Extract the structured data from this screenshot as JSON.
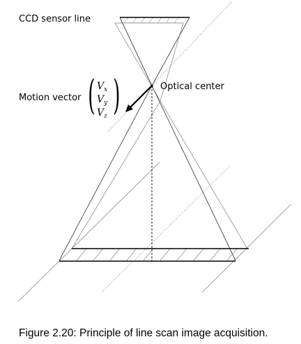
{
  "diagram": {
    "labels": {
      "sensor": "CCD sensor line",
      "optical_center": "Optical center",
      "motion_vector": "Motion vector"
    },
    "vector": {
      "symbol": "V",
      "components": [
        "x",
        "y",
        "z"
      ]
    }
  },
  "caption": "Figure 2.20: Principle of line scan image acquisition."
}
